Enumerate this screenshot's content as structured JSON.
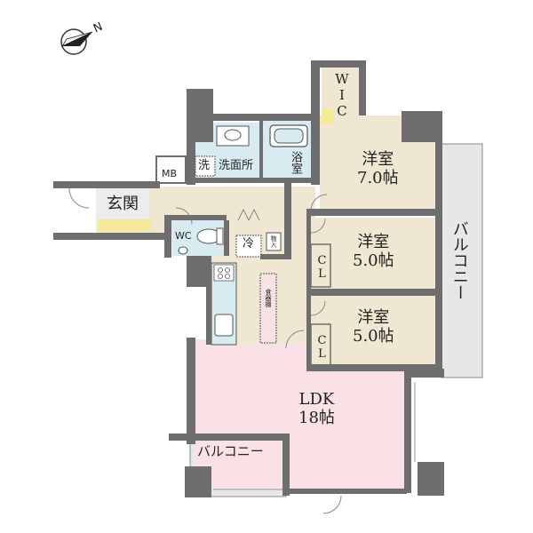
{
  "compass": {
    "north_label": "N"
  },
  "rooms": {
    "wic": "WIC",
    "western1": {
      "name": "洋室",
      "size": "7.0帖"
    },
    "western2": {
      "name": "洋室",
      "size": "5.0帖"
    },
    "western3": {
      "name": "洋室",
      "size": "5.0帖"
    },
    "bath": "浴室",
    "washroom": "洗面所",
    "wash_machine": "洗",
    "mb": "MB",
    "entrance": "玄関",
    "wc": "WC",
    "fridge": "冷",
    "storage": "物入",
    "dish_shelf": "食器棚",
    "closet1": "CL",
    "closet2": "CL",
    "ldk": {
      "name": "LDK",
      "size": "18帖"
    },
    "balcony_east": "バルコニー",
    "balcony_south": "バルコニー"
  },
  "colors": {
    "wall": "#6e6e6e",
    "beige": "#efe7d2",
    "wet_area": "#d7ebf0",
    "ldk_pink": "#f9e1e6",
    "balcony": "#e7e7e7"
  }
}
